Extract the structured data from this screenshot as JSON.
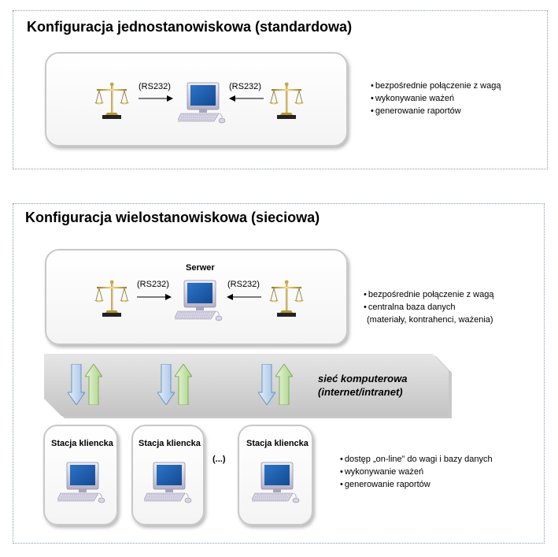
{
  "single_config": {
    "title": "Konfiguracja jednostanowiskowa  (standardowa)",
    "left_link_label": "(RS232)",
    "right_link_label": "(RS232)",
    "bullets": [
      "bezpośrednie  połączenie  z wagą",
      "wykonywanie  ważeń",
      "generowanie  raportów"
    ]
  },
  "multi_config": {
    "title": "Konfiguracja wielostanowiskowa  (sieciowa)",
    "server_label": "Serwer",
    "left_link_label": "(RS232)",
    "right_link_label": "(RS232)",
    "server_bullets": [
      "bezpośrednie  połączenie  z wagą",
      "centralna  baza danych"
    ],
    "server_bullets_cont": "(materiały,  kontrahenci,  ważenia)",
    "network_line1": "sieć komputerowa",
    "network_line2": "(internet/intranet)",
    "stations": [
      "Stacja kliencka",
      "Stacja kliencka",
      "Stacja kliencka"
    ],
    "ellipsis": "(...)",
    "client_bullets": [
      "dostęp  „on-line”  do wagi i bazy danych",
      "wykonywanie  ważeń",
      "generowanie  raportów"
    ]
  },
  "icons": [
    "scale-icon",
    "computer-icon",
    "arrow-right-icon",
    "arrow-left-icon",
    "arrow-down-icon",
    "arrow-up-icon"
  ],
  "colors": {
    "section_border": "#8a9cb3",
    "screen_blue": "#1f5fb0",
    "arrow_blue": "#b9d3ee",
    "arrow_green": "#c2e0a3",
    "band_gray": "#d4d4d4"
  }
}
